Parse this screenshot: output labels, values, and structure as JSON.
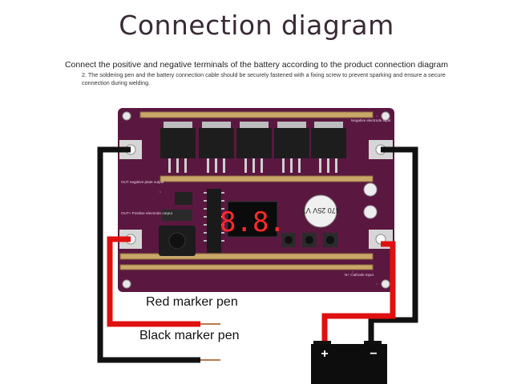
{
  "title": "Connection diagram",
  "instruction_1": "Connect the positive and negative terminals of the battery according to the product connection diagram",
  "instruction_2": "2. The soldering pen and the battery connection cable should be securely fastened with a fixing screw to prevent sparking and ensure a secure connection during welding.",
  "board": {
    "negative_electrode_input": "Negative electrode input",
    "out_negative_plate_output": "OUT negative plate output",
    "out_positive_electrode_output": "OUT+ Positive electrode output",
    "cathode_input": "N+ Cathode input",
    "display": "8.8.",
    "capacitor": "470 25V VT"
  },
  "labels": {
    "red_pen": "Red marker pen",
    "black_pen": "Black marker pen"
  },
  "battery": {
    "positive": "+",
    "negative": "−"
  },
  "colors": {
    "board": "#5a1840",
    "red_wire": "#e01010",
    "black_wire": "#111111",
    "copper_bar": "#c9a76a"
  }
}
